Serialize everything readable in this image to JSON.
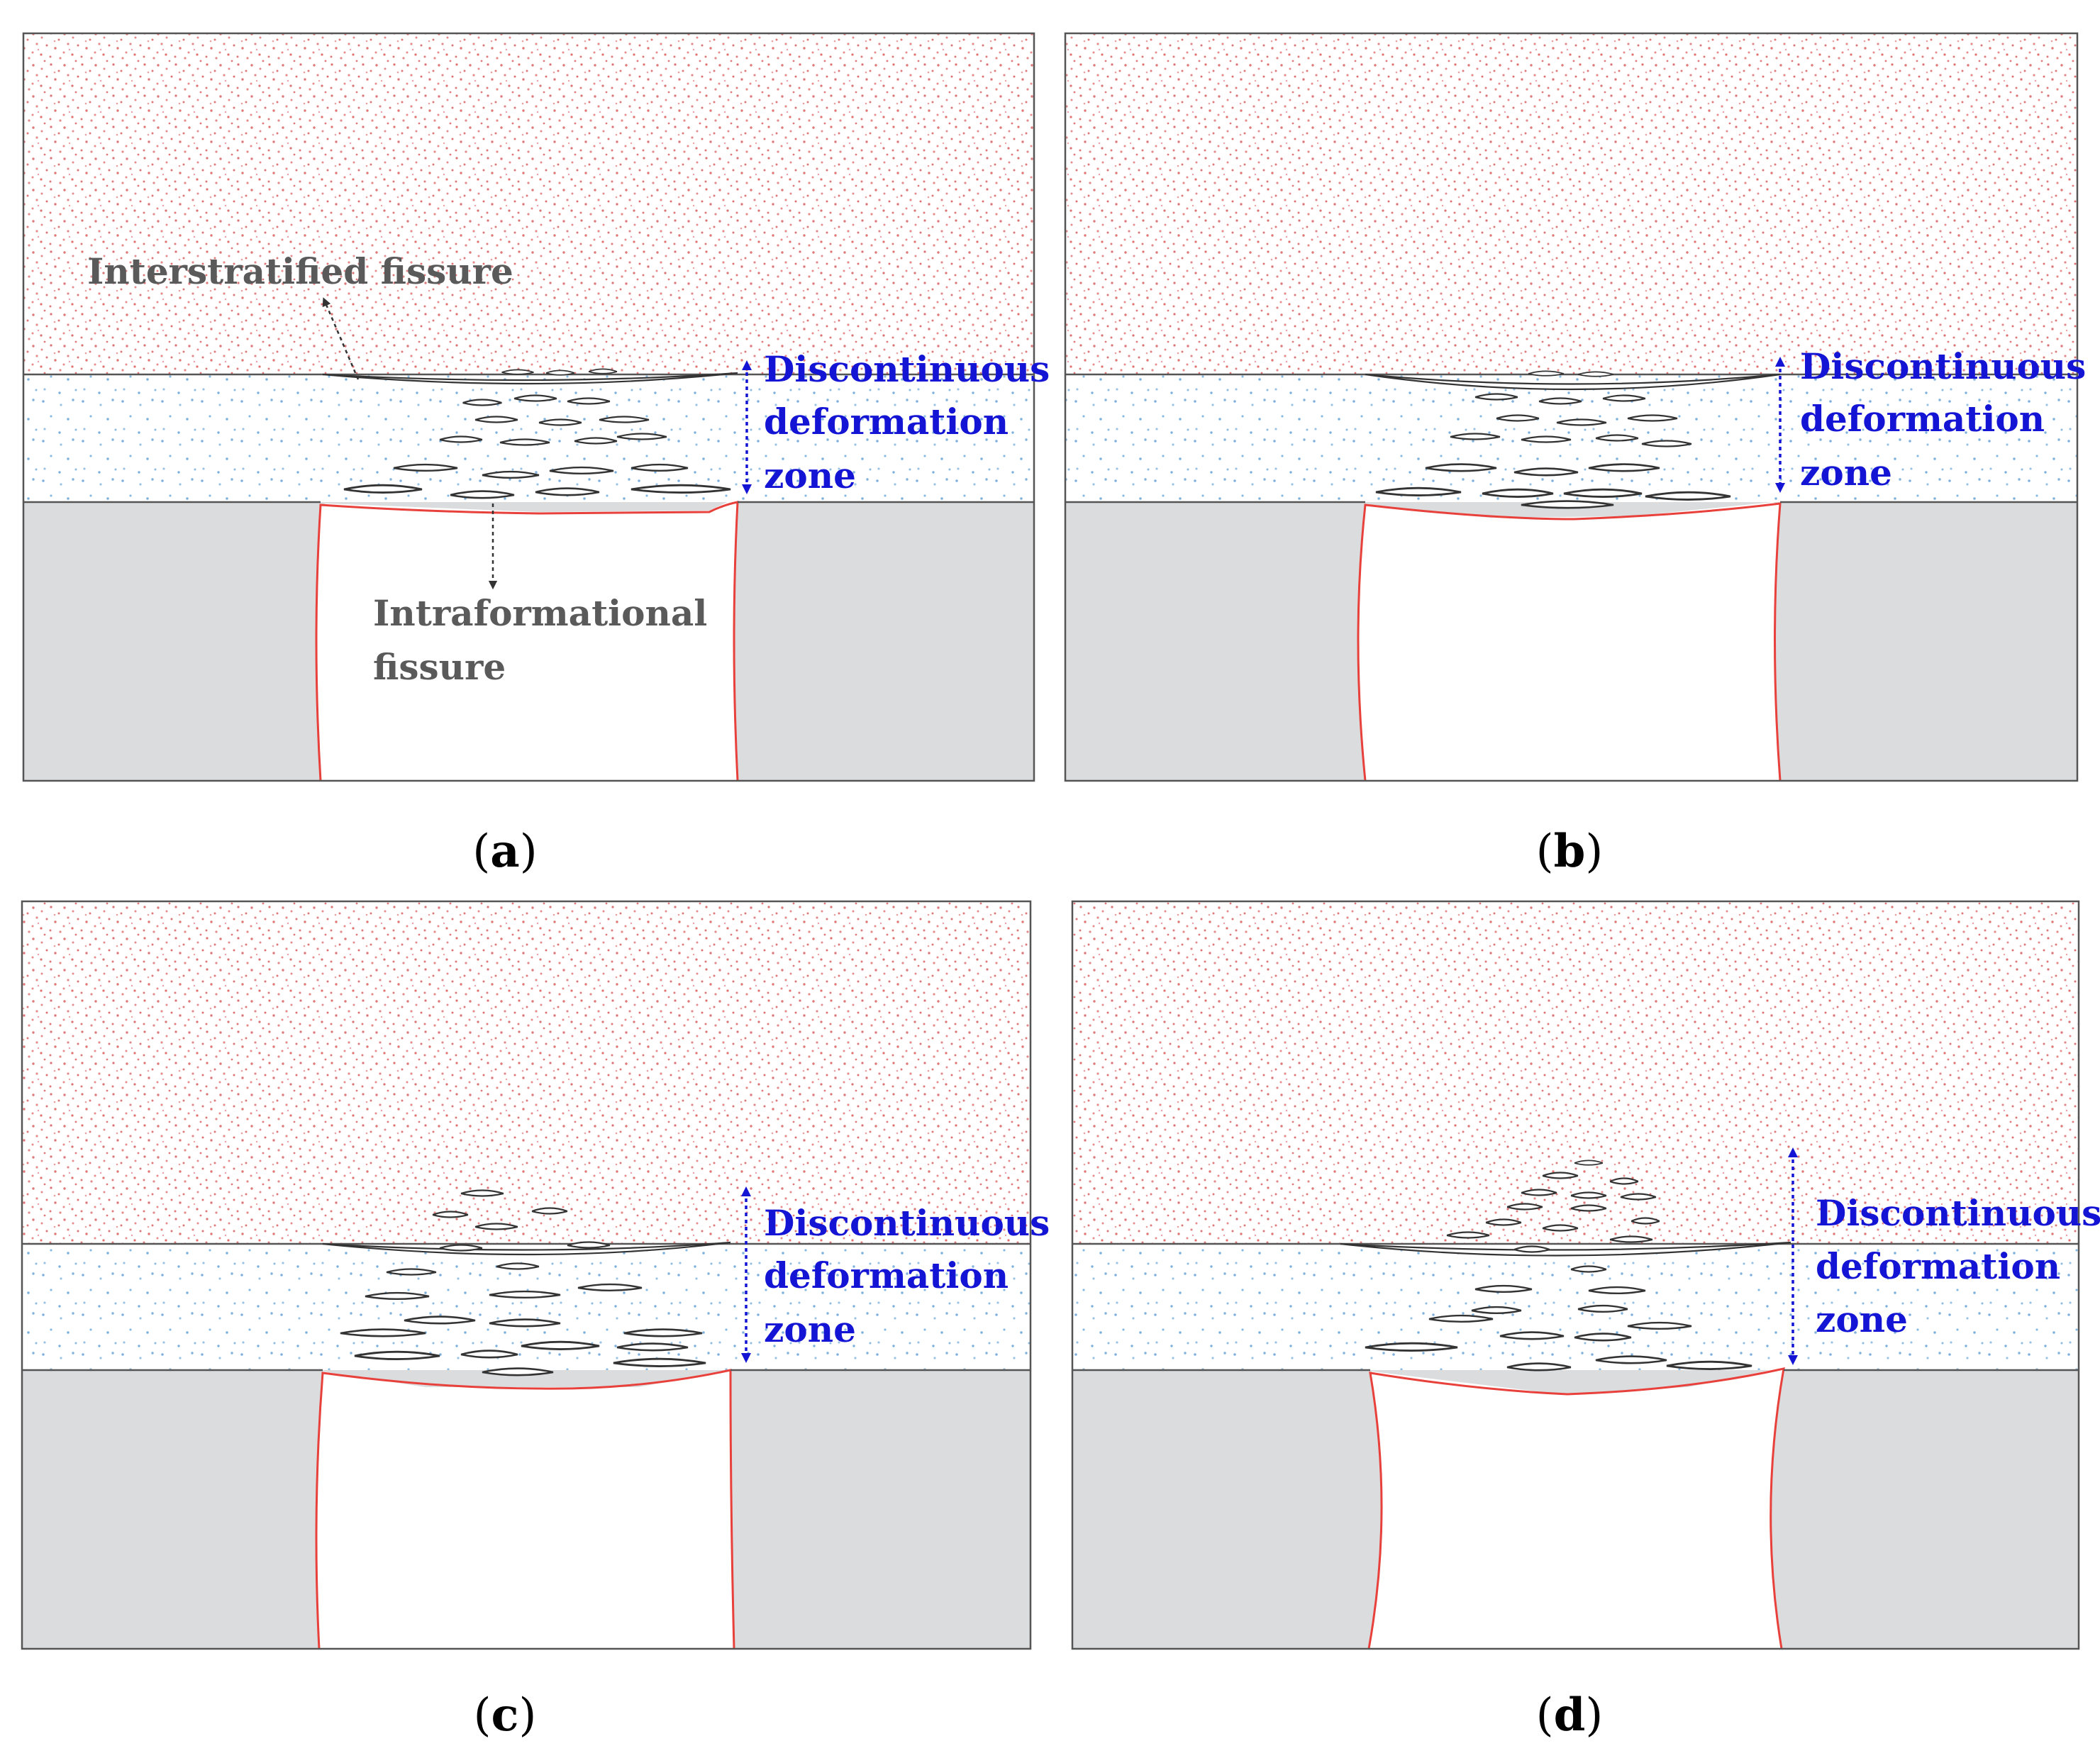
{
  "panels": [
    {
      "id": "a",
      "caption_open": "(",
      "caption_letter": "a",
      "caption_close": ")",
      "zone_label": [
        "Discontinuous",
        "deformation",
        "zone"
      ],
      "annotations": {
        "interstratified": "Interstratified fissure",
        "intraformational": [
          "Intraformational",
          "fissure"
        ]
      }
    },
    {
      "id": "b",
      "caption_open": "(",
      "caption_letter": "b",
      "caption_close": ")",
      "zone_label": [
        "Discontinuous",
        "deformation",
        "zone"
      ]
    },
    {
      "id": "c",
      "caption_open": "(",
      "caption_letter": "c",
      "caption_close": ")",
      "zone_label": [
        "Discontinuous",
        "deformation",
        "zone"
      ]
    },
    {
      "id": "d",
      "caption_open": "(",
      "caption_letter": "d",
      "caption_close": ")",
      "zone_label": [
        "Discontinuous",
        "deformation",
        "zone"
      ]
    }
  ],
  "colors": {
    "upper_stratum_dots": "#e07a7a",
    "lower_stratum_dots": "#7fb1dc",
    "coal_pillar": "#dbdcde",
    "goaf_boundary": "#e8413c",
    "zone_label": "#1414d4",
    "annotation_text": "#5a5a5a"
  }
}
